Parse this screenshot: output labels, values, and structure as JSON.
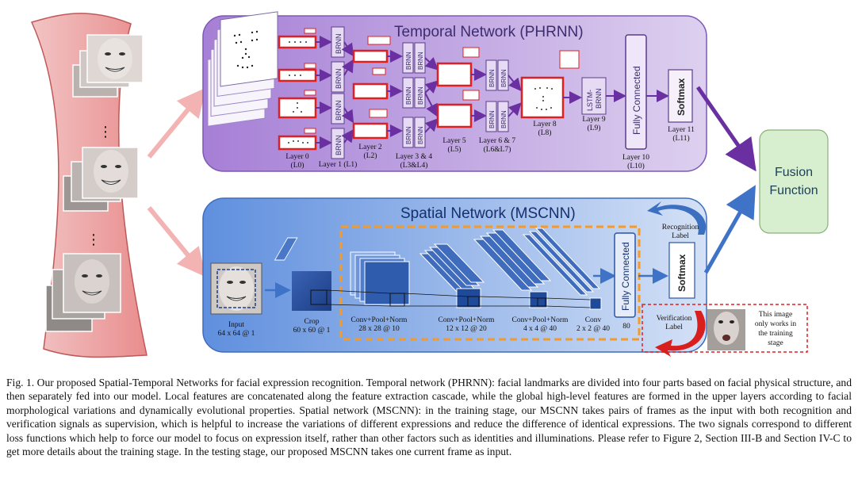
{
  "temporal": {
    "title": "Temporal Network (PHRNN)",
    "layers": {
      "l0": [
        "Layer 0",
        "(L0)"
      ],
      "l1": "Layer 1 (L1)",
      "l2": [
        "Layer 2",
        "(L2)"
      ],
      "l34": [
        "Layer 3 & 4",
        "(L3&L4)"
      ],
      "l5": [
        "Layer 5",
        "(L5)"
      ],
      "l67": [
        "Layer 6 & 7",
        "(L6&L7)"
      ],
      "l8": [
        "Layer 8",
        "(L8)"
      ],
      "l9": [
        "Layer 9",
        "(L9)"
      ],
      "l10": [
        "Layer 10",
        "(L10)"
      ],
      "l11": [
        "Layer 11",
        "(L11)"
      ]
    },
    "brnn": "BRNN",
    "lstm_line1": "LSTM-",
    "lstm_line2": "BRNN",
    "fc": "Fully Connected",
    "softmax": "Softmax"
  },
  "spatial": {
    "title": "Spatial Network (MSCNN)",
    "input": [
      "Input",
      "64 x 64 @ 1"
    ],
    "crop": [
      "Crop",
      "60 x 60 @ 1"
    ],
    "conv1": [
      "Conv+Pool+Norm",
      "28 x 28 @ 10"
    ],
    "conv2": [
      "Conv+Pool+Norm",
      "12 x 12 @ 20"
    ],
    "conv3": [
      "Conv+Pool+Norm",
      "4 x 4 @ 40"
    ],
    "conv4": [
      "Conv",
      "2 x 2 @ 40"
    ],
    "fc": "Fully Connected",
    "fc_dim": "80",
    "softmax": "Softmax",
    "recognition": [
      "Recognition",
      "Label"
    ],
    "verification": [
      "Verification",
      "Label"
    ],
    "note": [
      "This image",
      "only works in",
      "the training",
      "stage"
    ]
  },
  "fusion": [
    "Fusion",
    "Function"
  ],
  "ellipsis": "⋮",
  "colors": {
    "temporal_bg": "#b79ddd",
    "spatial_bg": "#6f9be0",
    "fusion_bg": "#d8efcf",
    "arrow_purple": "#6a2fa0",
    "arrow_blue": "#3f73c8",
    "arrow_pink": "#f4b3b3",
    "red_box": "#e02020",
    "orange_box": "#f39a2a"
  },
  "caption": "Fig. 1.   Our proposed Spatial-Temporal Networks for facial expression recognition. Temporal network (PHRNN): facial landmarks are divided into four parts based on facial physical structure, and then separately fed into our model. Local features are concatenated along the feature extraction cascade, while the global high-level features are formed in the upper layers according to facial morphological variations and dynamically evolutional properties. Spatial network (MSCNN): in the training stage, our MSCNN takes pairs of frames as the input with both recognition and verification signals as supervision, which is helpful to increase the variations of different expressions and reduce the difference of identical expressions. The two signals correspond to different loss functions which help to force our model to focus on expression itself, rather than other factors such as identities and illuminations. Please refer to Figure 2, Section III-B and Section IV-C to get more details about the training stage. In the testing stage, our proposed MSCNN takes one current frame as input."
}
